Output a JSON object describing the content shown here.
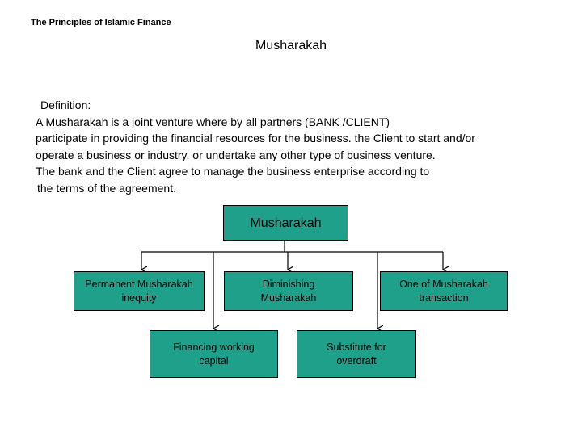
{
  "header": {
    "title": "The Principles of Islamic Finance"
  },
  "slide": {
    "title": "Musharakah"
  },
  "definition": {
    "lines": [
      "Definition:",
      "A Musharakah is a joint venture where by all partners (BANK /CLIENT)",
      " participate in providing  the financial resources for the business. the Client to start and/or",
      "operate a business or industry, or undertake any other type of business venture.",
      " The bank and the Client agree to manage the business enterprise according to",
      "the terms of the agreement."
    ]
  },
  "diagram": {
    "root": "Musharakah",
    "children": [
      "Permanent Musharakah\ninequity",
      "Diminishing\nMusharakah",
      "One of Musharakah\ntransaction"
    ],
    "grandchildren": [
      "Financing working\ncapital",
      "Substitute for\noverdraft"
    ]
  },
  "colors": {
    "box_fill": "#1ea08a",
    "line": "#000000"
  }
}
